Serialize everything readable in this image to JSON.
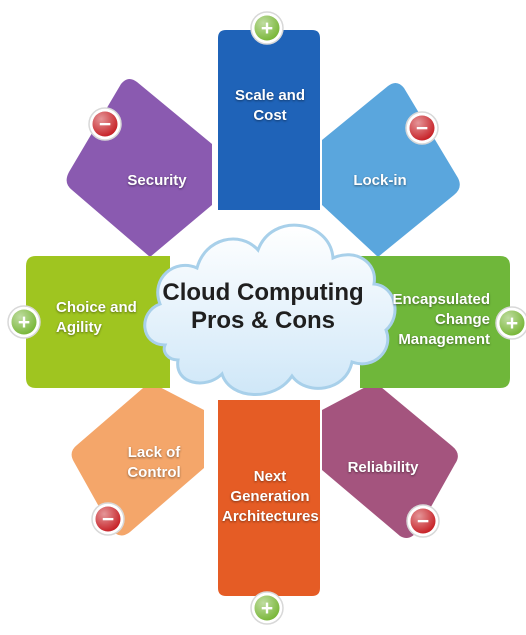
{
  "center": {
    "title": "Cloud Computing\nPros & Cons"
  },
  "items": [
    {
      "label": "Scale and\nCost",
      "sign": "+",
      "type": "pro",
      "color": "#1f63b8"
    },
    {
      "label": "Lock-in",
      "sign": "−",
      "type": "con",
      "color": "#5aa6dd"
    },
    {
      "label": "Encapsulated\nChange\nManagement",
      "sign": "+",
      "type": "pro",
      "color": "#6fb73a"
    },
    {
      "label": "Reliability",
      "sign": "−",
      "type": "con",
      "color": "#a4547e"
    },
    {
      "label": "Next\nGeneration\nArchitectures",
      "sign": "+",
      "type": "pro",
      "color": "#e55c25"
    },
    {
      "label": "Lack of\nControl",
      "sign": "−",
      "type": "con",
      "color": "#f4a66a"
    },
    {
      "label": "Choice and\nAgility",
      "sign": "+",
      "type": "pro",
      "color": "#9fc520"
    },
    {
      "label": "Security",
      "sign": "−",
      "type": "con",
      "color": "#8a5ab0"
    }
  ],
  "colors": {
    "pro_badge": "#72b32e",
    "con_badge": "#c4161c",
    "cloud_fill": "#dff0fb",
    "cloud_stroke": "#a8d0ea"
  }
}
